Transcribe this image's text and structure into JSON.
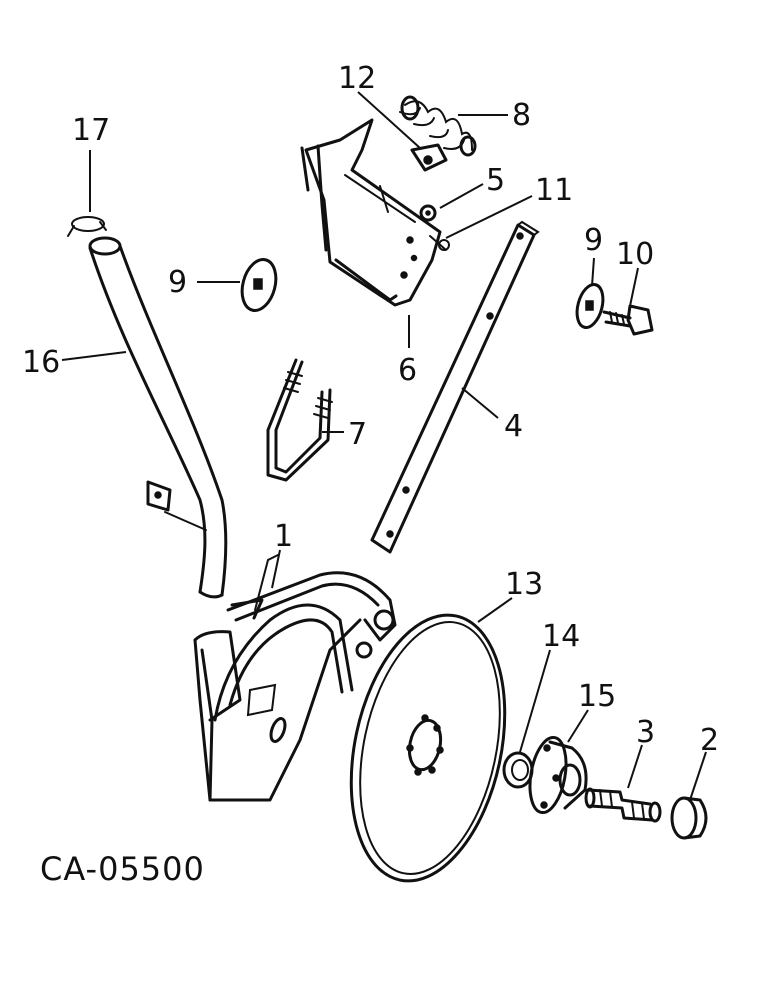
{
  "diagram_code": "CA-05500",
  "callouts": [
    {
      "id": "17",
      "label": "17"
    },
    {
      "id": "16",
      "label": "16"
    },
    {
      "id": "9a",
      "label": "9"
    },
    {
      "id": "12",
      "label": "12"
    },
    {
      "id": "8",
      "label": "8"
    },
    {
      "id": "5",
      "label": "5"
    },
    {
      "id": "11",
      "label": "11"
    },
    {
      "id": "6",
      "label": "6"
    },
    {
      "id": "7",
      "label": "7"
    },
    {
      "id": "4",
      "label": "4"
    },
    {
      "id": "9b",
      "label": "9"
    },
    {
      "id": "10",
      "label": "10"
    },
    {
      "id": "1",
      "label": "1"
    },
    {
      "id": "13",
      "label": "13"
    },
    {
      "id": "14",
      "label": "14"
    },
    {
      "id": "15",
      "label": "15"
    },
    {
      "id": "3",
      "label": "3"
    },
    {
      "id": "2",
      "label": "2"
    }
  ]
}
